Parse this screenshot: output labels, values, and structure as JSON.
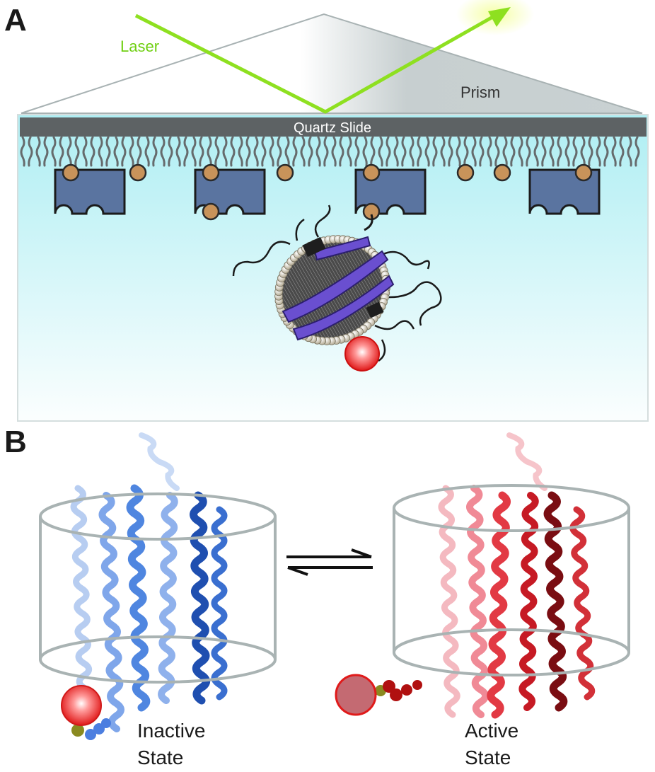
{
  "panel_a": {
    "letter": "A",
    "laser_label": "Laser",
    "prism_label": "Prism",
    "slide_label": "Quartz Slide"
  },
  "panel_b": {
    "letter": "B",
    "inactive_label_line1": "Inactive",
    "inactive_label_line2": "State",
    "active_label_line1": "Active",
    "active_label_line2": "State"
  },
  "colors": {
    "laser": "#8ee020",
    "slide": "#5d6264",
    "water_top": "#b7eff3",
    "water_bottom": "#f4fbfb",
    "tether_block": "#5a74a0",
    "biotin": "#c8935a",
    "nanodisc_scaffold": "#6a4fd0",
    "dye": "#ee2a2a",
    "inactive_protein": "#3f77d8",
    "active_protein": "#d8222a",
    "cylinder": "#a9b3b3"
  },
  "icons": {
    "equilibrium": "double-harpoon-arrows",
    "laser_arrow": "arrow-head"
  }
}
